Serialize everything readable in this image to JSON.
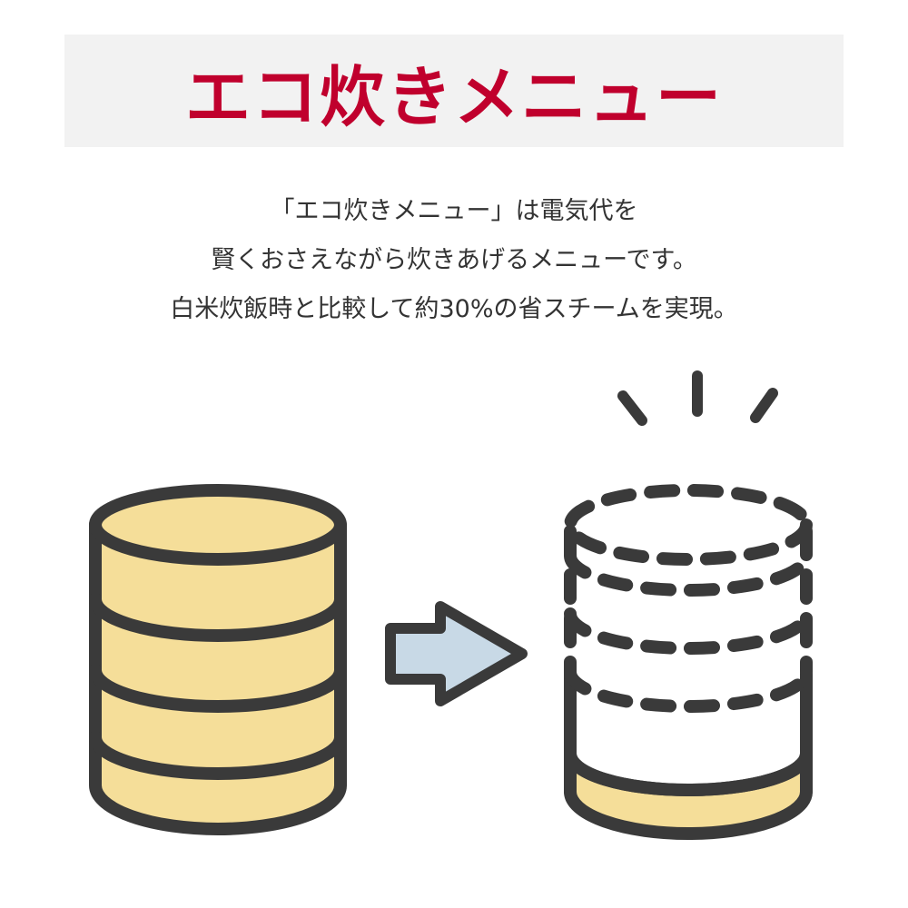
{
  "title": "エコ炊きメニュー",
  "description": {
    "lines": [
      "「エコ炊きメニュー」は電気代を",
      "賢くおさえながら炊きあげるメニューです。",
      "白米炊飯時と比較して約30%の省スチームを実現。"
    ]
  },
  "colors": {
    "title": "#c0002d",
    "banner": "#f2f2f2",
    "rice": "#f5de99",
    "outline": "#3a3a3a",
    "arrow": "#c8d9e6"
  },
  "illustration": {
    "before_layers": 4,
    "after_solid_layers": 1,
    "after_dashed_layers": 3,
    "icons": [
      "full-steam-cylinder-icon",
      "arrow-right-icon",
      "reduced-steam-cylinder-icon",
      "emphasis-lines-icon"
    ]
  }
}
